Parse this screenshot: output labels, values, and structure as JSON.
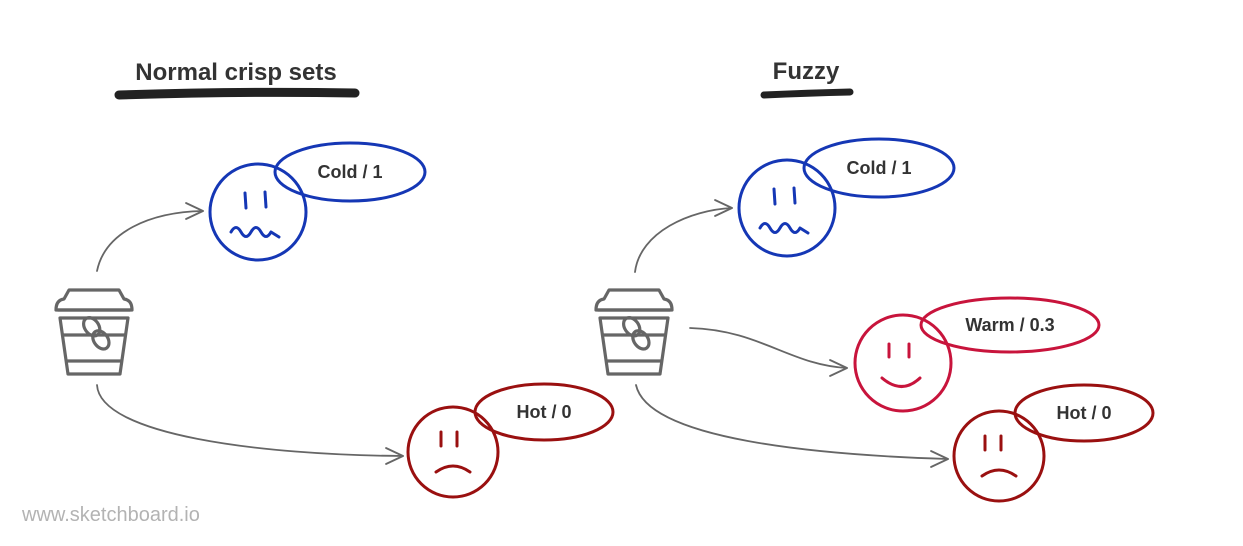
{
  "panels": {
    "crisp": {
      "title": "Normal crisp sets",
      "cold_label": "Cold / 1",
      "hot_label": "Hot / 0"
    },
    "fuzzy": {
      "title": "Fuzzy",
      "cold_label": "Cold / 1",
      "warm_label": "Warm / 0.3",
      "hot_label": "Hot / 0"
    }
  },
  "watermark": "www.sketchboard.io",
  "colors": {
    "cold": "#1537b5",
    "warm": "#c8143c",
    "hot": "#9a1010",
    "arrow": "#666666",
    "cup": "#666666",
    "text": "#333333",
    "underline": "#222222",
    "watermark": "#b3b3b3"
  },
  "icons": {
    "cup": "coffee-cup-icon",
    "cold_face": "shivering-face-icon",
    "warm_face": "smiling-face-icon",
    "hot_face": "frowning-face-icon"
  }
}
